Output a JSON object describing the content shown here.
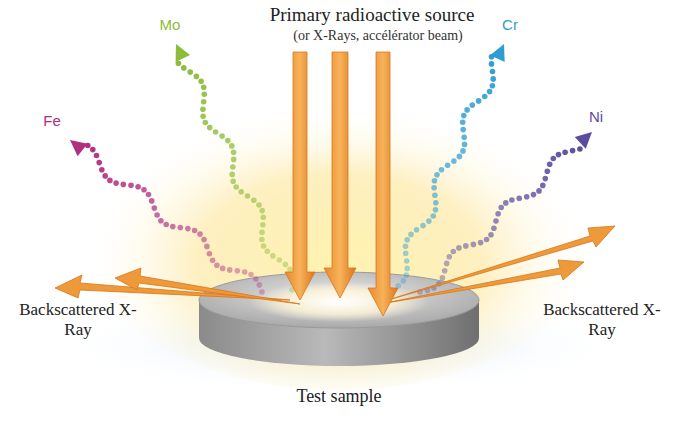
{
  "diagram": {
    "labels": [
      "Primary radioactive source",
      "(or X-Rays, accélérator beam)",
      "Fe",
      "Mo",
      "Cr",
      "Ni",
      "Backscattered X-Ray",
      "Backscattered X-Ray",
      "Test sample"
    ]
  }
}
